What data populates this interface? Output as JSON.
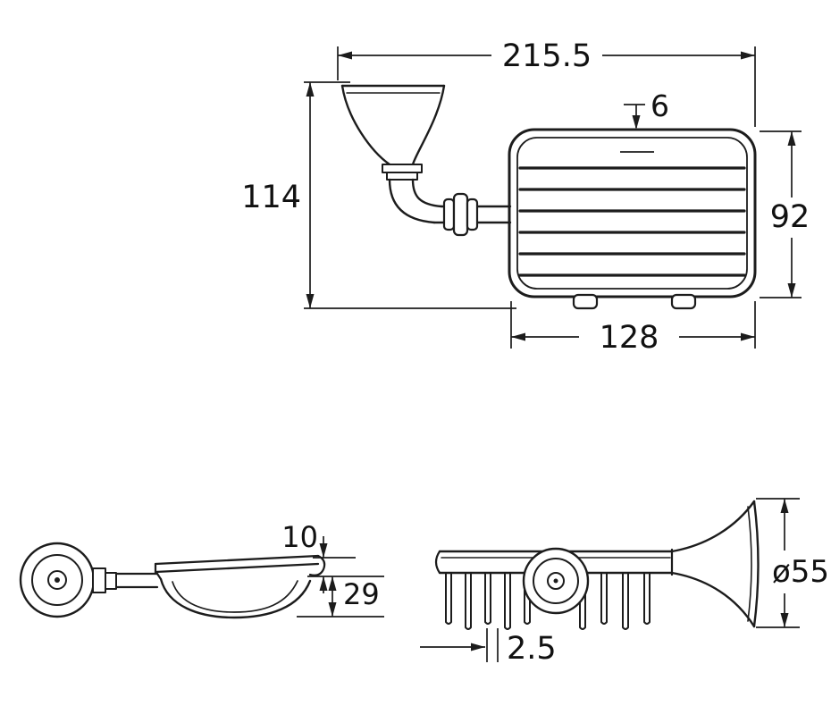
{
  "drawing": {
    "views": {
      "front": {
        "overall_width": "215.5",
        "mount_height": "114",
        "wire_gap": "6",
        "basket_height": "92",
        "basket_width": "128"
      },
      "side": {
        "rim_height": "10",
        "basket_depth": "29"
      },
      "bottom": {
        "wire_spacing": "2.5",
        "flange_diameter": "ø55"
      }
    }
  }
}
